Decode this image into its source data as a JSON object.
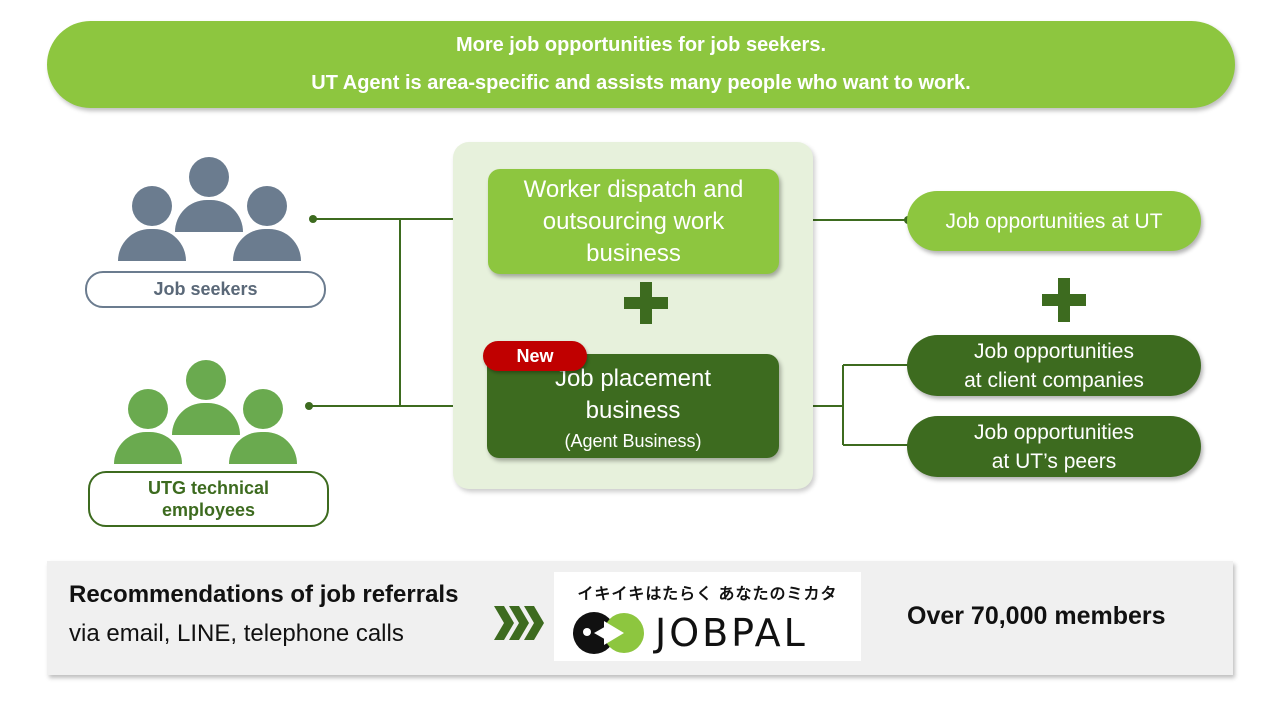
{
  "banner": {
    "line1": "More job opportunities for job seekers.",
    "line2": "UT Agent is area-specific and assists many people who want to work."
  },
  "left": {
    "job_seekers_label": "Job seekers",
    "utg_label_line1": "UTG technical",
    "utg_label_line2": "employees"
  },
  "center": {
    "dispatch": {
      "line1": "Worker dispatch and",
      "line2": "outsourcing work",
      "line3": "business"
    },
    "new_badge": "New",
    "placement": {
      "line1": "Job placement",
      "line2": "business",
      "sub": "(Agent Business)"
    }
  },
  "right": {
    "at_ut": "Job opportunities at UT",
    "client_line1": "Job opportunities",
    "client_line2": "at client companies",
    "peers_line1": "Job opportunities",
    "peers_line2": "at UT’s peers"
  },
  "bottom": {
    "title": "Recommendations of job referrals",
    "subtitle": "via email, LINE, telephone calls",
    "logo_tagline": "イキイキはたらく あなたのミカタ",
    "logo_word": "JOBPAL",
    "members": "Over 70,000 members"
  },
  "colors": {
    "light_green": "#8dc63f",
    "dark_green": "#3d6b1f",
    "panel_green": "#e7f1dc",
    "gray_people": "#6b7c8f",
    "green_people": "#6aaa4f",
    "new_red": "#c00000"
  }
}
